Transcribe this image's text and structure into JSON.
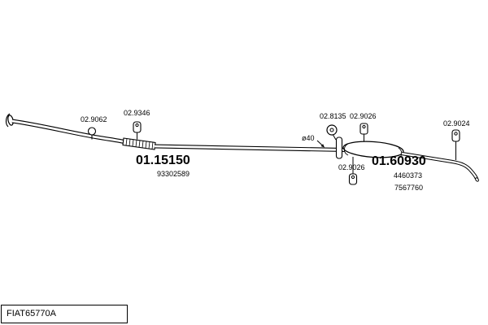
{
  "drawing": {
    "code": "FIAT65770A"
  },
  "labels": {
    "clamp_left": "02.9062",
    "hanger_front": "02.9346",
    "mid_section_ref": "01.15150",
    "mid_section_part": "93302589",
    "diameter": "ø40",
    "ring_clamp": "02.8135",
    "clamp_top": "02.9026",
    "clamp_bottom": "02.9026",
    "rear_silencer_ref": "01.60930",
    "rear_silencer_part1": "4460373",
    "rear_silencer_part2": "7567760",
    "hanger_rear": "02.9024"
  }
}
